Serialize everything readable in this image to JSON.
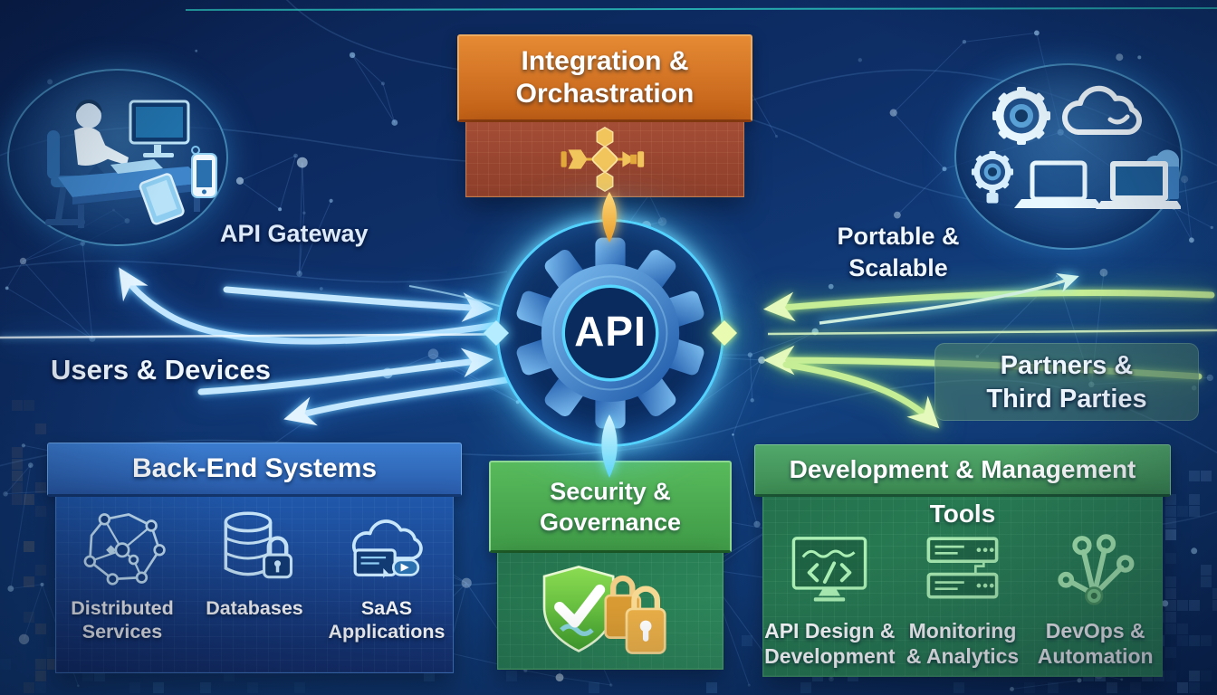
{
  "colors": {
    "background_blue": "#0e2f68",
    "glow_cyan": "#54d2ff",
    "arrow_blue": "#bfe4ff",
    "arrow_green": "#c6ee96",
    "integration_orange": "#d8771f",
    "integration_maroon": "#a04a32",
    "gold": "#f2c45c",
    "backend_blue": "#2b67b6",
    "security_green": "#4caf54",
    "dev_green": "#3f9d5e",
    "partners_teal": "#4a7d6b"
  },
  "center": {
    "label": "API"
  },
  "integration_box": {
    "title_lines": [
      "Integration &",
      "Orchastration"
    ]
  },
  "floating_labels": {
    "api_gateway": "API Gateway",
    "users_devices": "Users & Devices",
    "portable_scalable_lines": [
      "Portable &",
      "Scalable"
    ],
    "partners_lines": [
      "Partners &",
      "Third Parties"
    ]
  },
  "backend_box": {
    "title": "Back-End Systems",
    "items": [
      {
        "icon": "distributed-services-icon",
        "lines": [
          "Distributed",
          "Services"
        ]
      },
      {
        "icon": "database-lock-icon",
        "lines": [
          "Databases"
        ]
      },
      {
        "icon": "saas-cloud-icon",
        "lines": [
          "SaAS",
          "Applications"
        ]
      }
    ]
  },
  "security_box": {
    "title_lines": [
      "Security &",
      "Governance"
    ]
  },
  "dev_box": {
    "title_lines": [
      "Development & Management",
      "Tools"
    ],
    "items": [
      {
        "icon": "api-design-icon",
        "lines": [
          "API Design &",
          "Development"
        ]
      },
      {
        "icon": "monitoring-icon",
        "lines": [
          "Monitoring",
          "& Analytics"
        ]
      },
      {
        "icon": "devops-icon",
        "lines": [
          "DevOps &",
          "Automation"
        ]
      }
    ]
  }
}
